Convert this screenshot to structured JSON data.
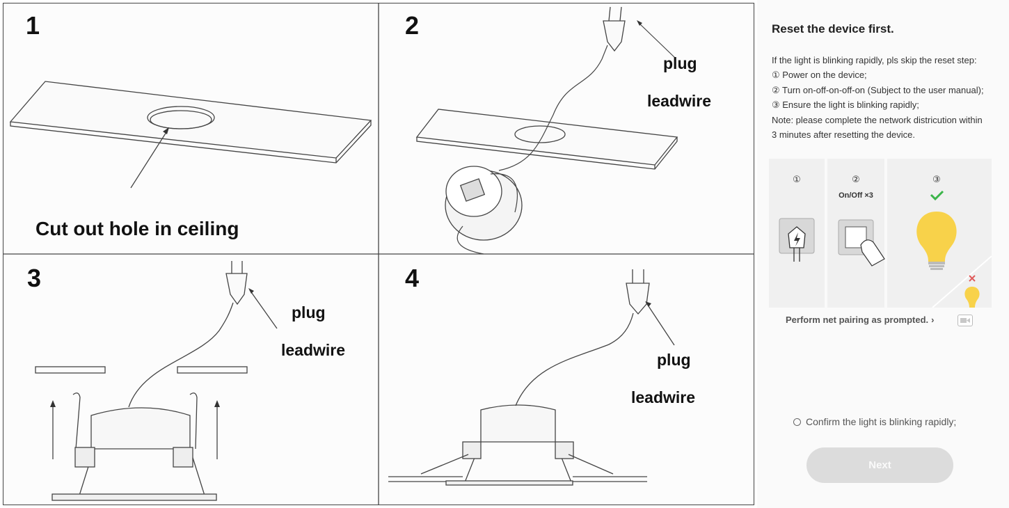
{
  "panels": [
    {
      "number": "1",
      "caption": "Cut out hole in ceiling"
    },
    {
      "number": "2",
      "plug_label": "plug",
      "lead_label": "leadwire"
    },
    {
      "number": "3",
      "plug_label": "plug",
      "lead_label": "leadwire"
    },
    {
      "number": "4",
      "plug_label": "plug",
      "lead_label": "leadwire"
    }
  ],
  "reset": {
    "title": "Reset the device first.",
    "lines": [
      "If the light is blinking rapidly, pls skip the reset step:",
      "① Power on the device;",
      "② Turn on-off-on-off-on (Subject to the user manual);",
      "③ Ensure the light is blinking rapidly;",
      "Note: please complete the network districution within",
      "3 minutes after resetting the device."
    ],
    "steps": [
      {
        "marker": "①"
      },
      {
        "marker": "②",
        "label": "On/Off ×3"
      },
      {
        "marker": "③"
      }
    ],
    "pairing_link": "Perform net pairing as prompted.",
    "pairing_chevron": "›",
    "confirm_label": "Confirm the light is blinking rapidly;",
    "next_label": "Next"
  },
  "colors": {
    "bulb": "#f8d24a",
    "check": "#3bb54a",
    "cross": "#e05a5a",
    "button_disabled": "#dcdcdc"
  },
  "icons": [
    "power-plug-icon",
    "switch-press-icon",
    "bulb-icon",
    "check-icon",
    "cross-icon",
    "video-icon",
    "chevron-right-icon"
  ]
}
